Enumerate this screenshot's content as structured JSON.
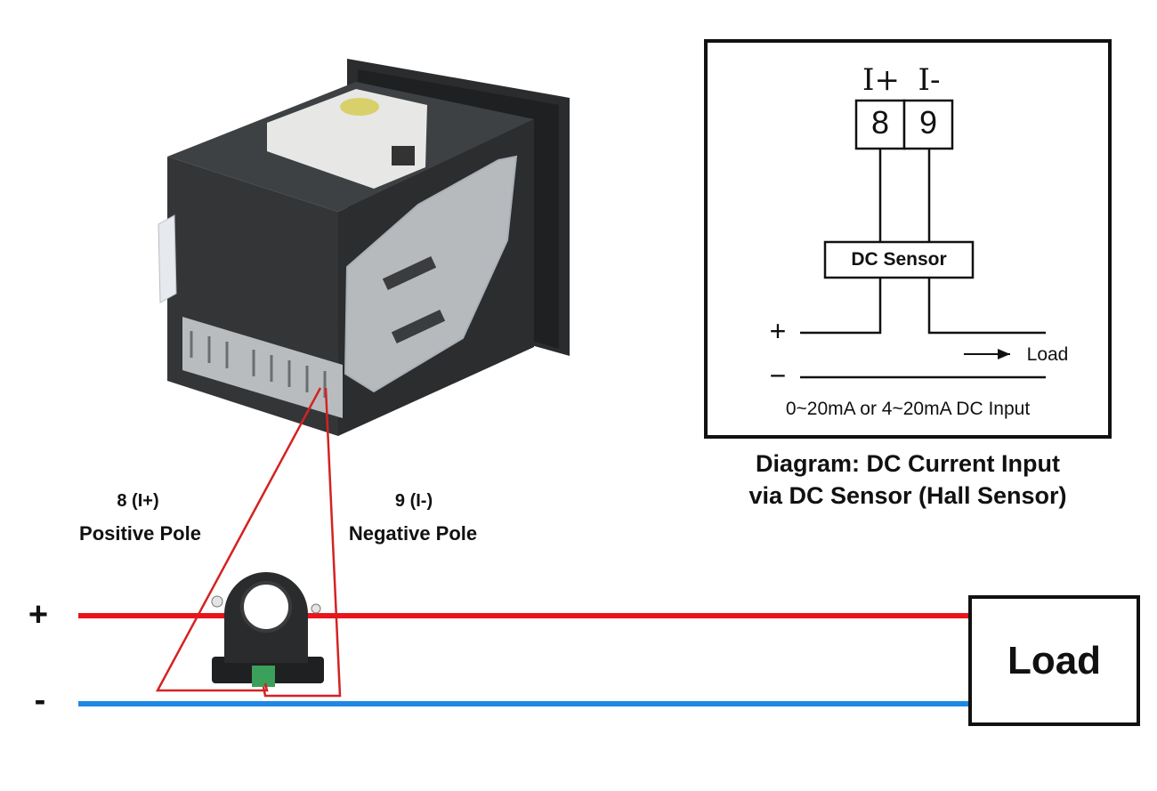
{
  "colors": {
    "positive_wire": "#e8151b",
    "negative_wire": "#1e88e5",
    "signal_wire": "#d42222",
    "outline": "#111111",
    "meter_body": "#2f3133",
    "meter_label": "#e9e9e9",
    "clip": "#e6e9ee"
  },
  "icons": {
    "meter": "panel-meter-photo",
    "sensor": "hall-sensor-photo",
    "arrow": "arrow-right-icon"
  },
  "pin8": {
    "line1": "8 (I+)",
    "line2": "Positive Pole"
  },
  "pin9": {
    "line1": "9 (I-)",
    "line2": "Negative Pole"
  },
  "main": {
    "plus": "+",
    "minus": "-",
    "load": "Load"
  },
  "inset": {
    "terminal_labels": [
      "I+",
      "I-"
    ],
    "terminals": [
      "8",
      "9"
    ],
    "sensor": "DC Sensor",
    "plus": "+",
    "minus": "−",
    "load": "Load",
    "input_note": "0~20mA or 4~20mA DC Input"
  },
  "caption": {
    "line1": "Diagram: DC Current Input",
    "line2": "via DC Sensor (Hall Sensor)"
  }
}
